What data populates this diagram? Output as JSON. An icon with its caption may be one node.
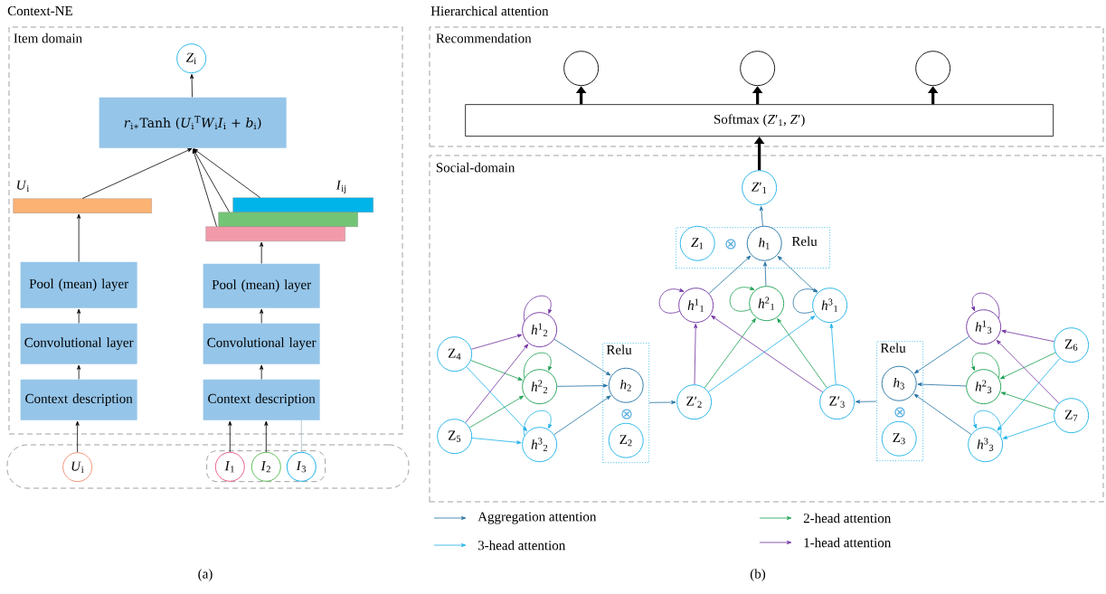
{
  "diagram": {
    "nodes": [
      {
        "text": [
          "Item domain"
        ]
      },
      {
        "text": [
          "*Z*$_{i}$"
        ],
        "in": 0
      },
      {
        "text": [
          "*r*$_{i∗}$Tanh (*U*$_{i}$$^{T}$*W*$_{i}$*I*$_{i}$ + *b*$_{i}$)"
        ],
        "in": 0
      },
      {
        "text": [
          "*U*$_{i}$"
        ],
        "in": 0
      },
      {
        "text": [
          "*I*$_{ij}$"
        ],
        "in": 0
      },
      {
        "text": [],
        "shape": "bar",
        "in": 0
      },
      {
        "text": [],
        "shape": "bar",
        "in": 0
      },
      {
        "text": [
          "Pool (mean) layer"
        ],
        "in": 0
      },
      {
        "text": [
          "Pool (mean) layer"
        ],
        "in": 0
      },
      {
        "text": [
          "Convolutional layer"
        ],
        "in": 0
      },
      {
        "text": [
          "Convolutional layer"
        ],
        "in": 0
      },
      {
        "text": [
          "Context description"
        ],
        "in": 0
      },
      {
        "text": [
          "Context description"
        ],
        "in": 0
      },
      {
        "text": [],
        "shape": "box"
      },
      {
        "text": [
          "*U*$_{i}$"
        ],
        "in": 13
      },
      {
        "text": [],
        "shape": "box",
        "in": 13
      },
      {
        "text": [
          "*I*$_{1}$"
        ],
        "in": 15
      },
      {
        "text": [
          "*I*$_{2}$"
        ],
        "in": 15
      },
      {
        "text": [
          "*I*$_{3}$"
        ],
        "in": 15
      },
      {
        "text": [
          "Recommendation"
        ]
      },
      {
        "text": [],
        "shape": "circle",
        "in": 19
      },
      {
        "text": [],
        "shape": "circle",
        "in": 19
      },
      {
        "text": [],
        "shape": "circle",
        "in": 19
      },
      {
        "text": [
          "Softmax (*Z*′$_{1}$, *Z*′)"
        ],
        "in": 19
      },
      {
        "text": [
          "Social-domain"
        ]
      },
      {
        "text": [
          "*Z*′$_{1}$"
        ],
        "in": 24
      },
      {
        "text": [
          "Relu"
        ],
        "in": 24
      },
      {
        "text": [
          "*Z*$_{1}$"
        ],
        "in": 26
      },
      {
        "text": [
          "*h*$_{1}$"
        ],
        "in": 26
      },
      {
        "text": [
          "*h*$^{1}$$_{1}$"
        ],
        "in": 24
      },
      {
        "text": [
          "*h*$^{2}$$_{1}$"
        ],
        "in": 24
      },
      {
        "text": [
          "*h*$^{3}$$_{1}$"
        ],
        "in": 24
      },
      {
        "text": [
          "Z$_{4}$"
        ],
        "in": 24
      },
      {
        "text": [
          "Z$_{5}$"
        ],
        "in": 24
      },
      {
        "text": [
          "*h*$^{1}$$_{2}$"
        ],
        "in": 24
      },
      {
        "text": [
          "*h*$^{2}$$_{2}$"
        ],
        "in": 24
      },
      {
        "text": [
          "*h*$^{3}$$_{2}$"
        ],
        "in": 24
      },
      {
        "text": [
          "Relu"
        ],
        "in": 24
      },
      {
        "text": [
          "*h*$_{2}$"
        ],
        "in": 37
      },
      {
        "text": [
          "Z$_{2}$"
        ],
        "in": 37
      },
      {
        "text": [
          "Z′$_{2}$"
        ],
        "in": 24
      },
      {
        "text": [
          "Z′$_{3}$"
        ],
        "in": 24
      },
      {
        "text": [
          "Relu"
        ],
        "in": 24
      },
      {
        "text": [
          "*h*$_{3}$"
        ],
        "in": 42
      },
      {
        "text": [
          "Z$_{3}$"
        ],
        "in": 42
      },
      {
        "text": [
          "*h*$^{1}$$_{3}$"
        ],
        "in": 24
      },
      {
        "text": [
          "*h*$^{2}$$_{3}$"
        ],
        "in": 24
      },
      {
        "text": [
          "*h*$^{3}$$_{3}$"
        ],
        "in": 24
      },
      {
        "text": [
          "Z$_{6}$"
        ],
        "in": 24
      },
      {
        "text": [
          "Z$_{7}$"
        ],
        "in": 24
      }
    ],
    "edges": [
      {
        "from": 2,
        "to": 1,
        "arrow": "to"
      },
      {
        "from": 3,
        "to": 2,
        "arrow": "to"
      },
      {
        "from": 4,
        "to": 2,
        "arrow": "to"
      },
      {
        "from": 5,
        "to": 2,
        "arrow": "to"
      },
      {
        "from": 6,
        "to": 2,
        "arrow": "to"
      },
      {
        "from": 7,
        "to": 3,
        "arrow": "to"
      },
      {
        "from": 8,
        "to": 6,
        "arrow": "to"
      },
      {
        "from": 9,
        "to": 7,
        "arrow": "to"
      },
      {
        "from": 10,
        "to": 8,
        "arrow": "to"
      },
      {
        "from": 11,
        "to": 9,
        "arrow": "to"
      },
      {
        "from": 12,
        "to": 10,
        "arrow": "to"
      },
      {
        "from": 14,
        "to": 11,
        "arrow": "to"
      },
      {
        "from": 16,
        "to": 12,
        "arrow": "to"
      },
      {
        "from": 17,
        "to": 12,
        "arrow": "to"
      },
      {
        "from": 18,
        "to": 12,
        "arrow": "none",
        "color": "#a8bcc4"
      },
      {
        "from": 23,
        "to": 20,
        "arrow": "to",
        "style": "thick"
      },
      {
        "from": 23,
        "to": 21,
        "arrow": "to",
        "style": "thick"
      },
      {
        "from": 23,
        "to": 22,
        "arrow": "to",
        "style": "thick"
      },
      {
        "from": 25,
        "to": 23,
        "arrow": "to",
        "style": "thick"
      },
      {
        "from": 28,
        "to": 25,
        "arrow": "to",
        "color": "#1f6fa0"
      },
      {
        "from": 29,
        "to": 28,
        "arrow": "to",
        "color": "#1f6fa0"
      },
      {
        "from": 30,
        "to": 28,
        "arrow": "to",
        "color": "#1f6fa0"
      },
      {
        "from": 31,
        "to": 28,
        "arrow": "to",
        "color": "#1f6fa0"
      },
      {
        "from": 29,
        "to": 29,
        "arrow": "to",
        "color": "#7030a0"
      },
      {
        "from": 30,
        "to": 30,
        "arrow": "to",
        "color": "#1a9e50"
      },
      {
        "from": 31,
        "to": 31,
        "arrow": "to",
        "color": "#1f6fa0"
      },
      {
        "from": 40,
        "to": 29,
        "arrow": "to",
        "color": "#7030a0"
      },
      {
        "from": 40,
        "to": 30,
        "arrow": "to",
        "color": "#1a9e50"
      },
      {
        "from": 40,
        "to": 31,
        "arrow": "to",
        "color": "#1ab0e8"
      },
      {
        "from": 41,
        "to": 29,
        "arrow": "to",
        "color": "#7030a0"
      },
      {
        "from": 41,
        "to": 30,
        "arrow": "to",
        "color": "#1a9e50"
      },
      {
        "from": 41,
        "to": 31,
        "arrow": "to",
        "color": "#1ab0e8"
      },
      {
        "from": 32,
        "to": 34,
        "arrow": "to",
        "color": "#7030a0"
      },
      {
        "from": 32,
        "to": 35,
        "arrow": "to",
        "color": "#1a9e50"
      },
      {
        "from": 32,
        "to": 36,
        "arrow": "to",
        "color": "#1ab0e8"
      },
      {
        "from": 33,
        "to": 34,
        "arrow": "to",
        "color": "#7030a0"
      },
      {
        "from": 33,
        "to": 35,
        "arrow": "to",
        "color": "#1a9e50"
      },
      {
        "from": 33,
        "to": 36,
        "arrow": "to",
        "color": "#1ab0e8"
      },
      {
        "from": 34,
        "to": 34,
        "arrow": "to",
        "color": "#7030a0"
      },
      {
        "from": 35,
        "to": 35,
        "arrow": "to",
        "color": "#1a9e50"
      },
      {
        "from": 36,
        "to": 36,
        "arrow": "to",
        "color": "#1ab0e8"
      },
      {
        "from": 34,
        "to": 38,
        "arrow": "to",
        "color": "#1f6fa0"
      },
      {
        "from": 35,
        "to": 38,
        "arrow": "to",
        "color": "#1f6fa0"
      },
      {
        "from": 36,
        "to": 38,
        "arrow": "to",
        "color": "#1f6fa0"
      },
      {
        "from": 37,
        "to": 40,
        "arrow": "to",
        "color": "#1f6fa0"
      },
      {
        "from": 42,
        "to": 41,
        "arrow": "to",
        "color": "#1f6fa0"
      },
      {
        "from": 45,
        "to": 43,
        "arrow": "to",
        "color": "#1f6fa0"
      },
      {
        "from": 46,
        "to": 43,
        "arrow": "to",
        "color": "#1f6fa0"
      },
      {
        "from": 47,
        "to": 43,
        "arrow": "to",
        "color": "#1f6fa0"
      },
      {
        "from": 45,
        "to": 45,
        "arrow": "to",
        "color": "#7030a0"
      },
      {
        "from": 46,
        "to": 46,
        "arrow": "to",
        "color": "#1a9e50"
      },
      {
        "from": 47,
        "to": 47,
        "arrow": "to",
        "color": "#1ab0e8"
      },
      {
        "from": 48,
        "to": 45,
        "arrow": "to",
        "color": "#7030a0"
      },
      {
        "from": 48,
        "to": 46,
        "arrow": "to",
        "color": "#1a9e50"
      },
      {
        "from": 48,
        "to": 47,
        "arrow": "to",
        "color": "#1ab0e8"
      },
      {
        "from": 49,
        "to": 45,
        "arrow": "to",
        "color": "#7030a0"
      },
      {
        "from": 49,
        "to": 46,
        "arrow": "to",
        "color": "#1a9e50"
      },
      {
        "from": 49,
        "to": 47,
        "arrow": "to",
        "color": "#1ab0e8"
      }
    ],
    "labels": [
      "Context-NE",
      "Hierarchical attention",
      "⊗",
      "⊗",
      "⊗",
      "(a)",
      "(b)"
    ],
    "legend": [
      {
        "text": "Aggregation attention"
      },
      {
        "text": "2-head attention"
      },
      {
        "text": "3-head attention"
      },
      {
        "text": "1-head attention"
      }
    ]
  }
}
